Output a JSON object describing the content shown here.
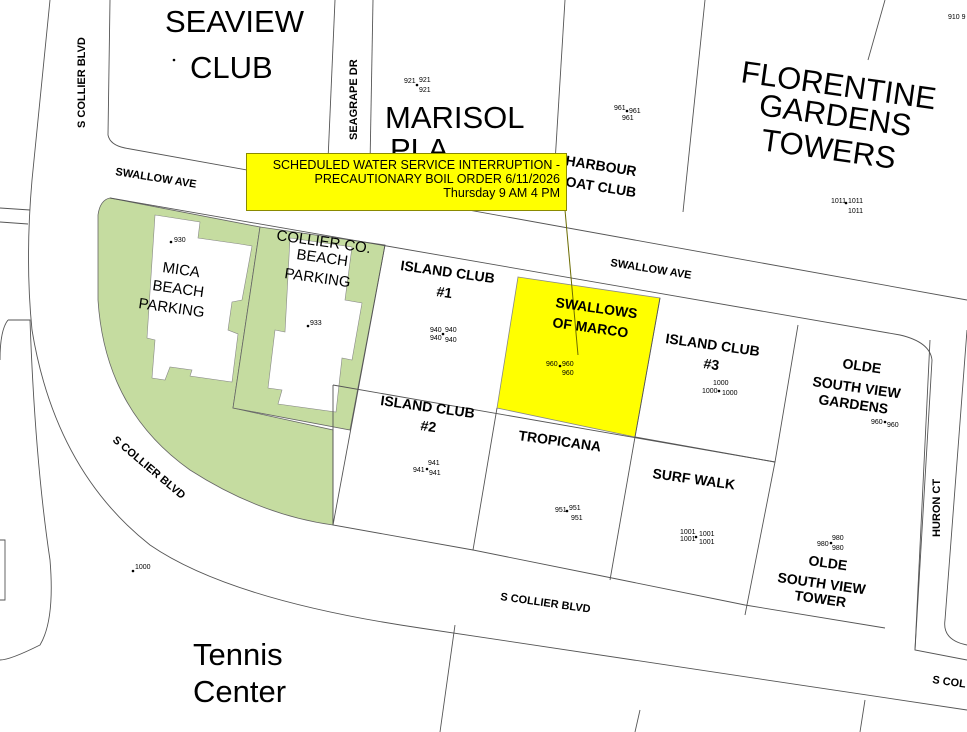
{
  "notice": {
    "line1": "SCHEDULED WATER SERVICE INTERRUPTION -",
    "line2": "PRECAUTIONARY BOIL ORDER 6/11/2026",
    "line3": "Thursday 9 AM 4 PM"
  },
  "areas": {
    "seaview_l1": "SEAVIEW",
    "seaview_l2": "CLUB",
    "marisol_l1": "MARISOL",
    "marisol_l2": "PLA",
    "florentine_l1": "FLORENTINE",
    "florentine_l2": "GARDENS",
    "florentine_l3": "TOWERS",
    "harbour_l1": "HARBOUR",
    "harbour_l2": "OAT CLUB",
    "mica_l1": "MICA",
    "mica_l2": "BEACH",
    "mica_l3": "PARKING",
    "collier_l1": "COLLIER CO.",
    "collier_l2": "BEACH",
    "collier_l3": "PARKING",
    "island1_l1": "ISLAND CLUB",
    "island1_l2": "#1",
    "island2_l1": "ISLAND CLUB",
    "island2_l2": "#2",
    "island3_l1": "ISLAND CLUB",
    "island3_l2": "#3",
    "swallows_l1": "SWALLOWS",
    "swallows_l2": "OF MARCO",
    "tropicana": "TROPICANA",
    "surfwalk": "SURF WALK",
    "olde_gardens_l1": "OLDE",
    "olde_gardens_l2": "SOUTH VIEW",
    "olde_gardens_l3": "GARDENS",
    "olde_tower_l1": "OLDE",
    "olde_tower_l2": "SOUTH VIEW",
    "olde_tower_l3": "TOWER",
    "tennis_l1": "Tennis",
    "tennis_l2": "Center"
  },
  "streets": {
    "s_collier_vertical": "S COLLIER BLVD",
    "seagrape": "SEAGRAPE DR",
    "swallow_left": "SWALLOW AVE",
    "swallow_right": "SWALLOW AVE",
    "s_collier_diag": "S COLLIER BLVD",
    "s_collier_bottom": "S COLLIER BLVD",
    "huron": "HURON CT",
    "s_col_right": "S COL"
  },
  "numbers": {
    "n921a": "921",
    "n921b": "921",
    "n921c": "921",
    "n961a": "961",
    "n961b": "961",
    "n961c": "961",
    "n1011a": "1011",
    "n1011b": "1011",
    "n1011c": "1011",
    "n910": "910 9",
    "n930": "930",
    "n933": "933",
    "n940a": "940",
    "n940b": "940",
    "n940c": "940",
    "n940d": "940",
    "n960a": "960",
    "n960b": "960",
    "n960c": "960",
    "n1000a": "1000",
    "n1000b": "1000",
    "n1000c": "1000",
    "n960d": "960",
    "n960e": "960",
    "n941a": "941",
    "n941b": "941",
    "n941c": "941",
    "n951a": "951",
    "n951b": "951",
    "n951c": "951",
    "n1001a": "1001",
    "n1001b": "1001",
    "n1001c": "1001",
    "n1001d": "1001",
    "n980a": "980",
    "n980b": "980",
    "n980c": "980",
    "n1000d": "1000"
  },
  "colors": {
    "highlight": "#ffff00",
    "park": "#c5dca0",
    "lines": "#555555"
  }
}
